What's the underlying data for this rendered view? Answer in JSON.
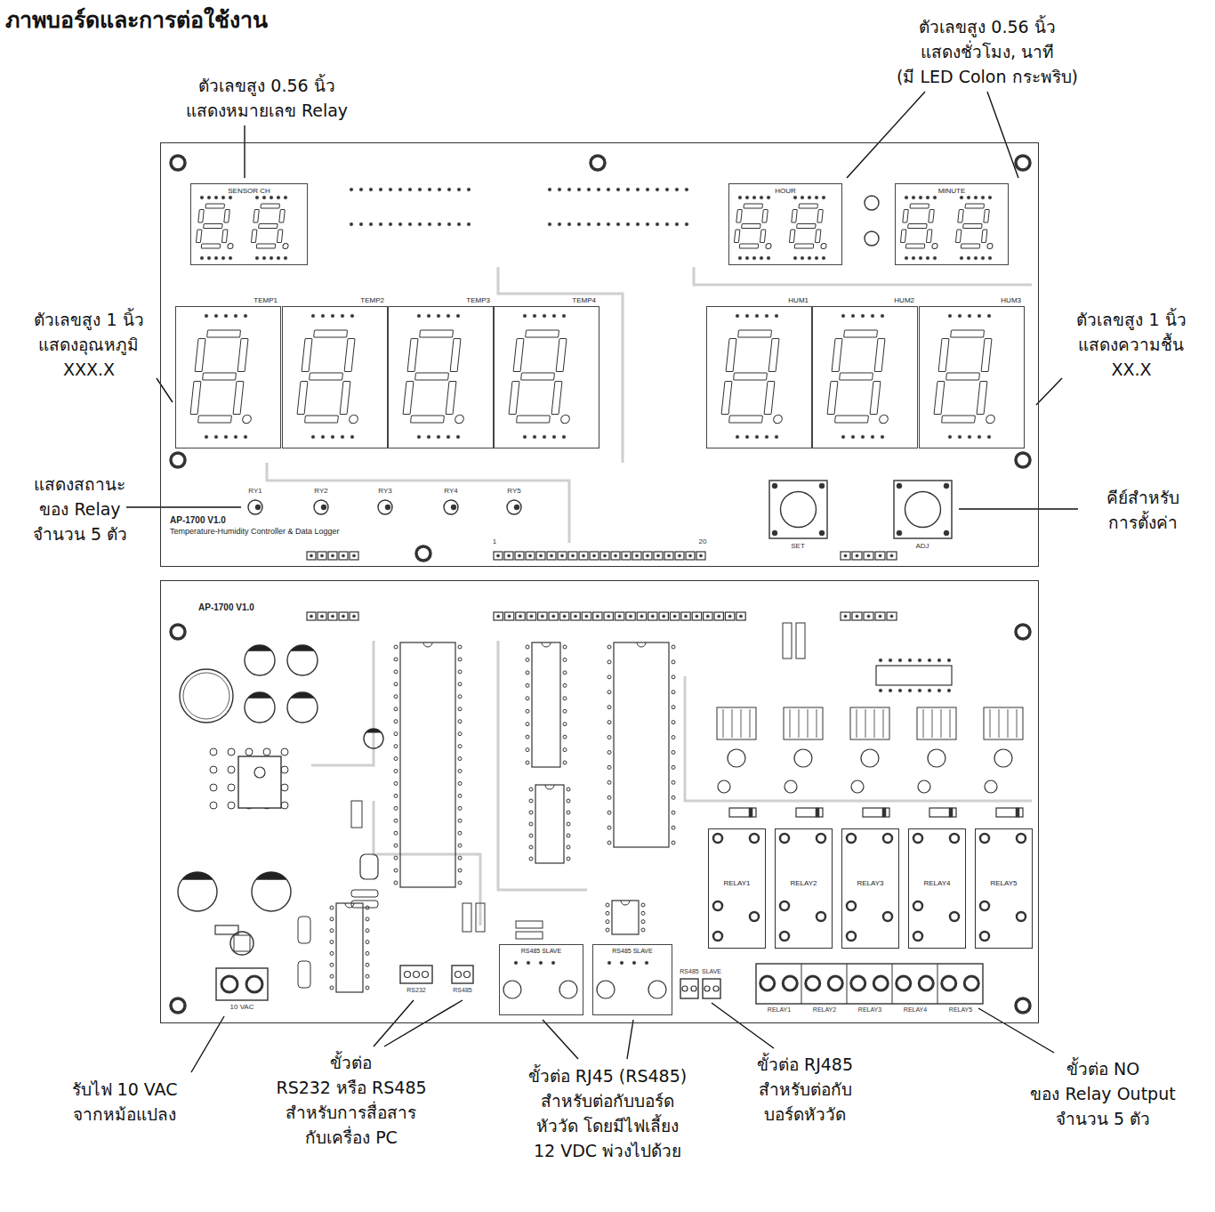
{
  "diagram": {
    "title": "ภาพบอร์ดและการต่อใช้งาน",
    "nodes": [
      {
        "text": [
          "AP-1700 V1.0",
          "Temperature-Humidity Controller & Data Logger"
        ]
      },
      {
        "text": [
          "SENSOR CH"
        ],
        "in": 0
      },
      {
        "text": [
          "HOUR"
        ],
        "in": 0
      },
      {
        "text": [
          "MINUTE"
        ],
        "in": 0
      },
      {
        "text": [
          "TEMP1"
        ],
        "in": 0
      },
      {
        "text": [
          "TEMP2"
        ],
        "in": 0
      },
      {
        "text": [
          "TEMP3"
        ],
        "in": 0
      },
      {
        "text": [
          "TEMP4"
        ],
        "in": 0
      },
      {
        "text": [
          "HUM1"
        ],
        "in": 0
      },
      {
        "text": [
          "HUM2"
        ],
        "in": 0
      },
      {
        "text": [
          "HUM3"
        ],
        "in": 0
      },
      {
        "text": [
          "AP-1700 V1.0"
        ]
      },
      {
        "text": [
          "RELAY1"
        ],
        "in": 11
      },
      {
        "text": [
          "RELAY2"
        ],
        "in": 11
      },
      {
        "text": [
          "RELAY3"
        ],
        "in": 11
      },
      {
        "text": [
          "RELAY4"
        ],
        "in": 11
      },
      {
        "text": [
          "RELAY5"
        ],
        "in": 11
      },
      {
        "text": [
          "RS485 SLAVE"
        ],
        "in": 11
      },
      {
        "text": [
          "RS485 SLAVE"
        ],
        "in": 11
      }
    ],
    "labels": [
      "ตัวเลขสูง 0.56 นิ้ว แสดงหมายเลข Relay",
      "ตัวเลขสูง 0.56 นิ้ว แสดงชั่วโมง, นาที (มี LED Colon กระพริบ)",
      "ตัวเลขสูง 1 นิ้ว แสดงอุณหภูมิ XXX.X",
      "ตัวเลขสูง 1 นิ้ว แสดงความชื้น XX.X",
      "แสดงสถานะ ของ Relay จำนวน 5 ตัว",
      "คีย์สำหรับ การตั้งค่า",
      "รับไฟ 10 VAC จากหม้อแปลง",
      "ขั้วต่อ RS232 หรือ RS485 สำหรับการสื่อสาร กับเครื่อง PC",
      "ขั้วต่อ RJ45 (RS485) สำหรับต่อกับบอร์ด หัววัด โดยมีไฟเลี้ยง 12 VDC พ่วงไปด้วย",
      "ขั้วต่อ RJ485 สำหรับต่อกับ บอร์ดหัววัด",
      "ขั้วต่อ NO ของ Relay Output จำนวน 5 ตัว",
      "RY1",
      "RY2",
      "RY3",
      "RY4",
      "RY5",
      "1",
      "20",
      "SET",
      "ADJ",
      "10 VAC",
      "RS232",
      "RS485",
      "RS485",
      "SLAVE",
      "RELAY1",
      "RELAY2",
      "RELAY3",
      "RELAY4",
      "RELAY5"
    ]
  }
}
